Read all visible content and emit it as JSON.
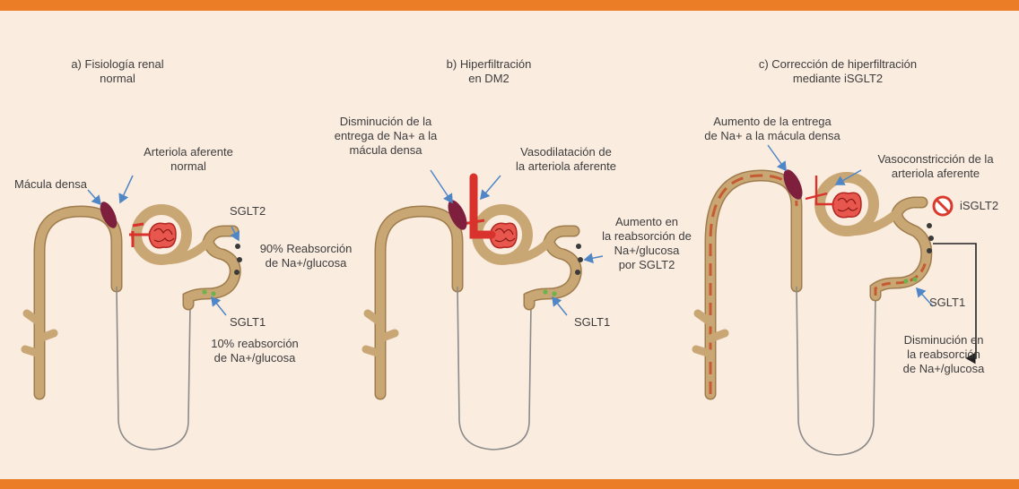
{
  "colors": {
    "accent_bar": "#ea7d26",
    "background": "#fbece0",
    "tubule": "#c9a775",
    "tubule_edge": "#9e7c4c",
    "vessel_red": "#d9312c",
    "macula": "#7e1f3e",
    "arrow_blue": "#4f87c6",
    "sglt2_dot": "#3a3a3a",
    "sglt1_dot": "#6bb34a",
    "stop_red": "#d93a2c"
  },
  "panel_a": {
    "title_line1": "a) Fisiología renal",
    "title_line2": "normal",
    "arteriola_line1": "Arteriola aferente",
    "arteriola_line2": "normal",
    "macula": "Mácula densa",
    "sglt2": "SGLT2",
    "reabs90_line1": "90% Reabsorción",
    "reabs90_line2": "de Na+/glucosa",
    "sglt1": "SGLT1",
    "reabs10_line1": "10% reabsorción",
    "reabs10_line2": "de Na+/glucosa"
  },
  "panel_b": {
    "title_line1": "b) Hiperfiltración",
    "title_line2": "en DM2",
    "dismin_line1": "Disminución de la",
    "dismin_line2": "entrega de Na+ a la",
    "dismin_line3": "mácula densa",
    "vaso_line1": "Vasodilatación de",
    "vaso_line2": "la arteriola aferente",
    "aumento_line1": "Aumento en",
    "aumento_line2": "la reabsorción de",
    "aumento_line3": "Na+/glucosa",
    "aumento_line4": "por SGLT2",
    "sglt1": "SGLT1"
  },
  "panel_c": {
    "title_line1": "c) Corrección de hiperfiltración",
    "title_line2": "mediante iSGLT2",
    "entrega_line1": "Aumento de la entrega",
    "entrega_line2": "de Na+ a la mácula densa",
    "vasocon_line1": "Vasoconstricción de la",
    "vasocon_line2": "arteriola aferente",
    "isglt2": "iSGLT2",
    "sglt1": "SGLT1",
    "dismin_line1": "Disminución en",
    "dismin_line2": "la reabsorción",
    "dismin_line3": "de Na+/glucosa"
  }
}
